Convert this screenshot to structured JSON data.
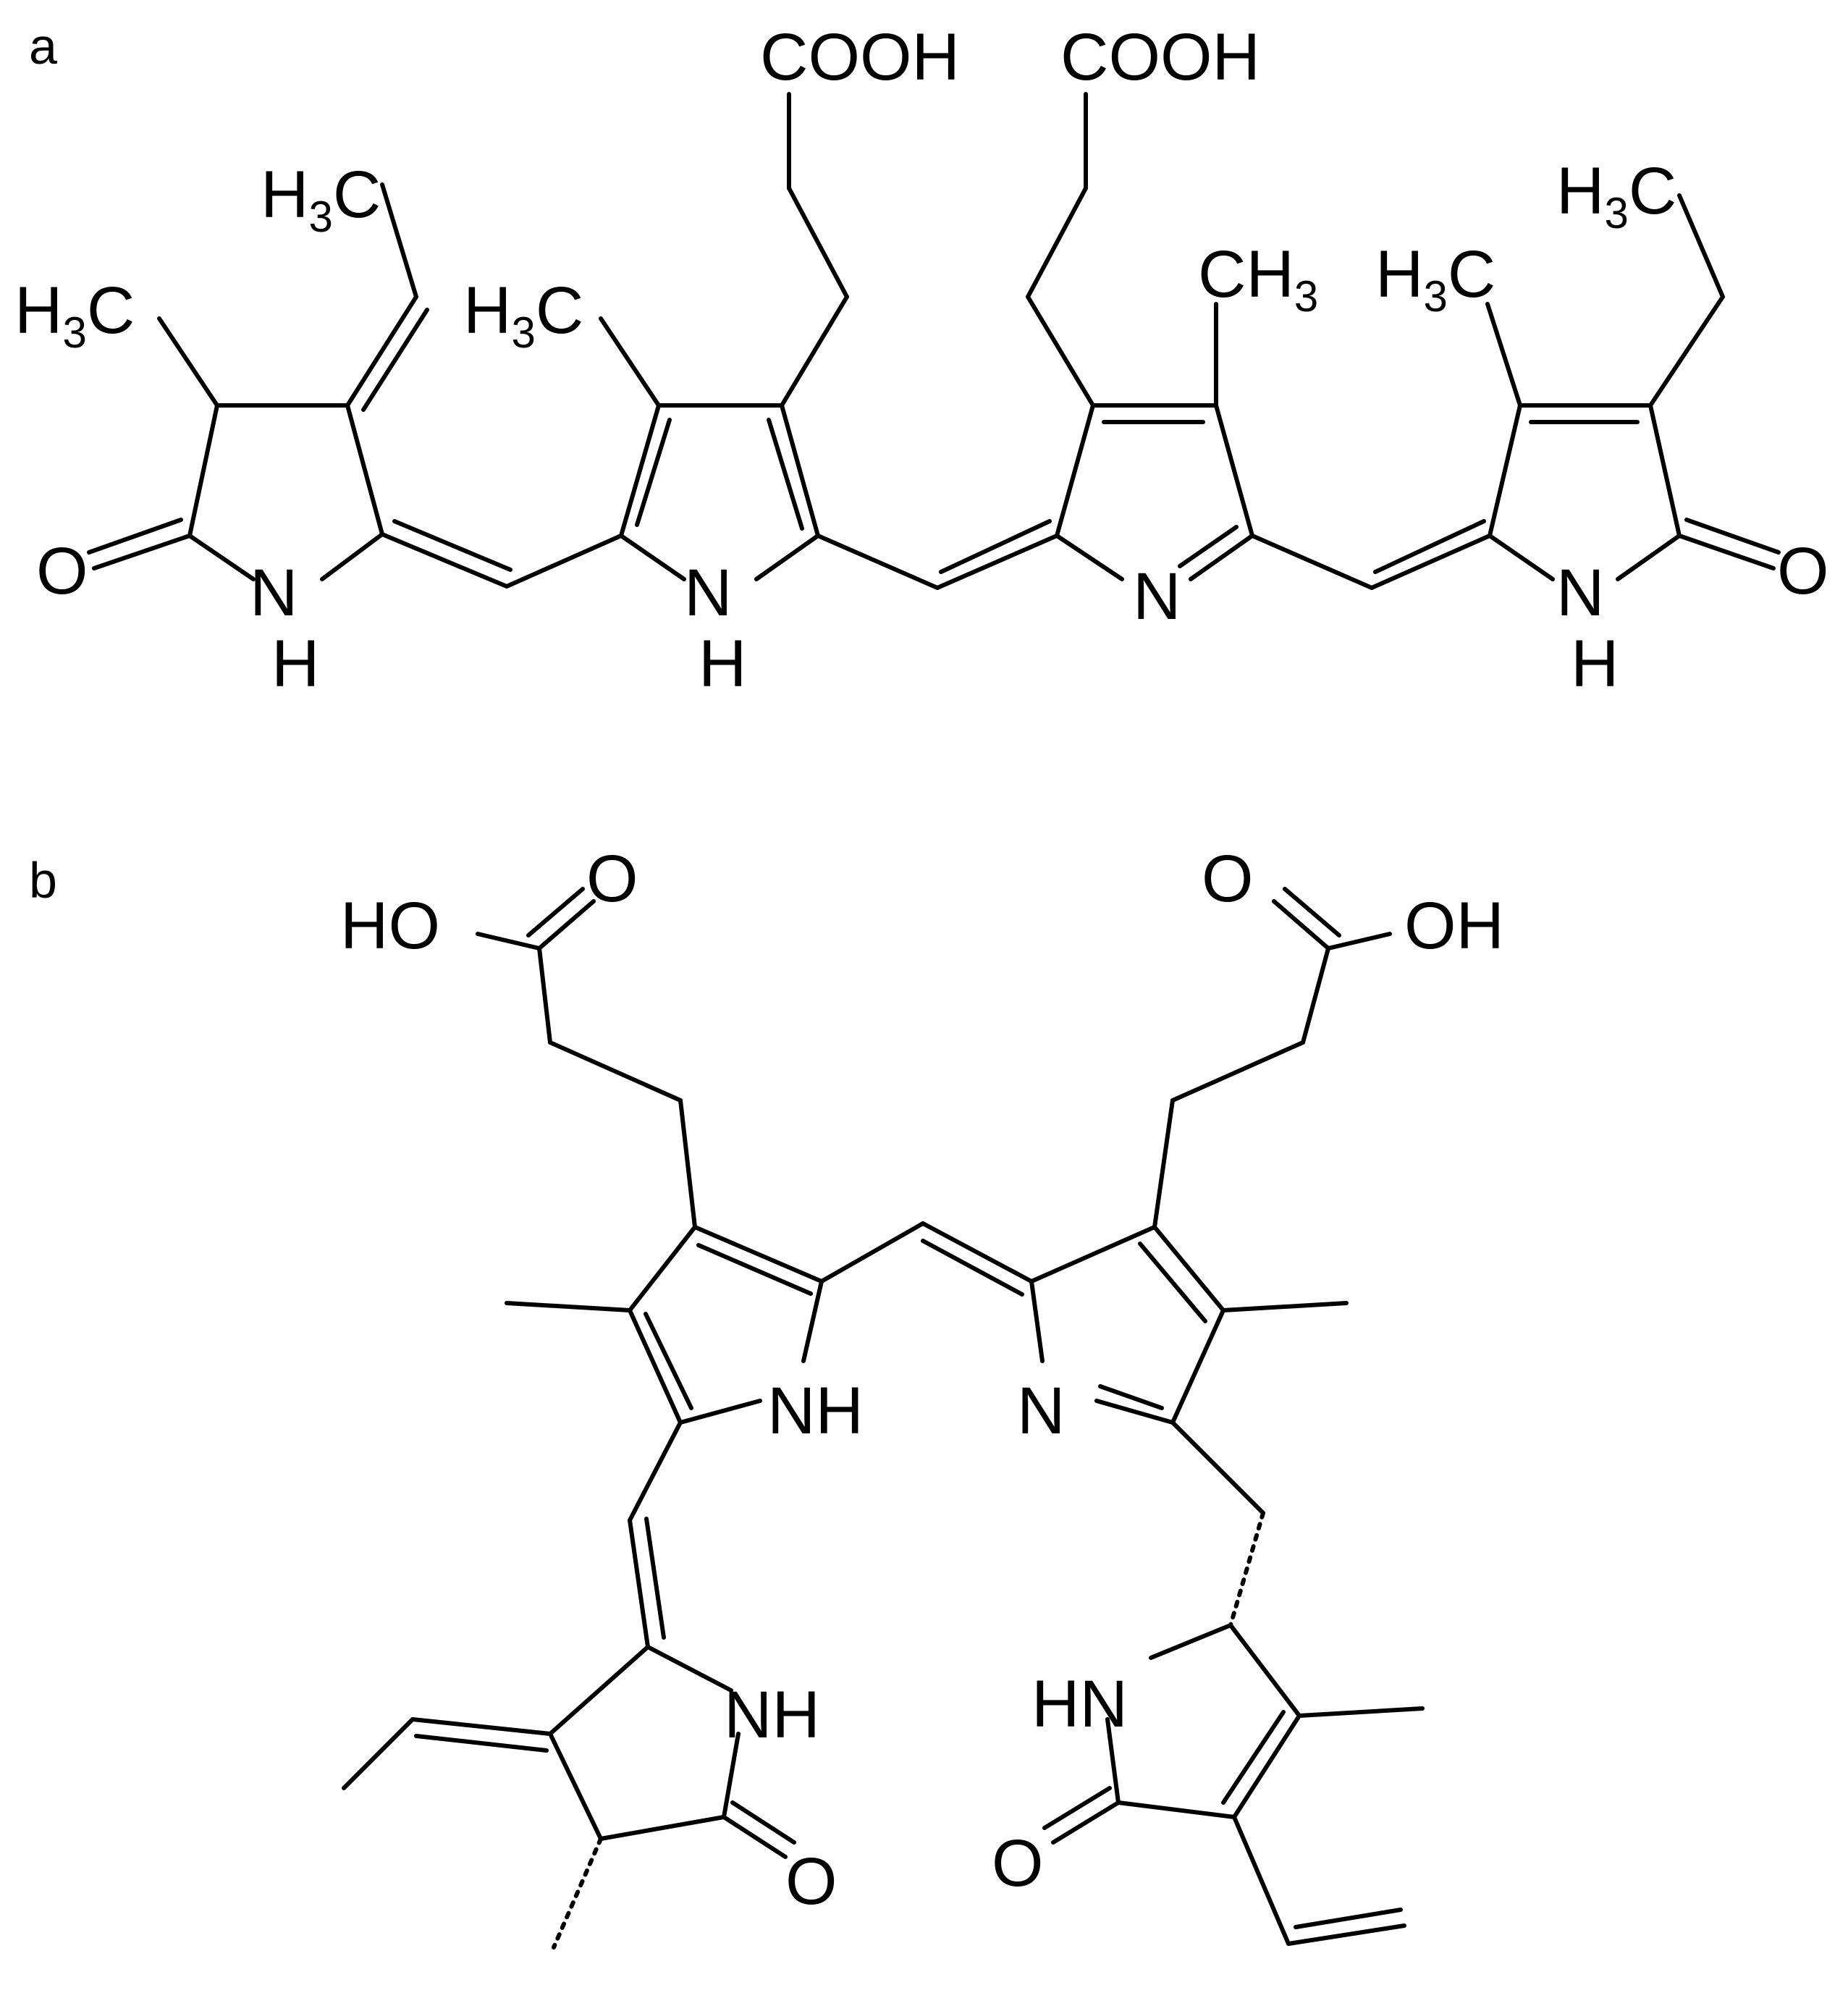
{
  "panels": [
    {
      "id": "a",
      "letter": "a",
      "labels": {
        "cooh_1": "COOH",
        "cooh_2": "COOH",
        "ch3_left_ring_top": "H3C",
        "ch3_left_ring_side": "H3C",
        "ch3_ring2": "H3C",
        "ch3_ring3": "CH3",
        "ch3_ring4_a": "H3C",
        "ch3_ring4_b": "H3C",
        "o_left": "O",
        "o_right": "O",
        "nh_1": "NH",
        "nh_2": "NH",
        "n_3": "N",
        "nh_4": "NH"
      }
    },
    {
      "id": "b",
      "letter": "b",
      "labels": {
        "ho_left": "HO",
        "o_left_acid": "O",
        "o_right_acid": "O",
        "oh_right": "OH",
        "nh_upper_left": "NH",
        "n_upper_right": "N",
        "nh_lower_left": "NH",
        "hn_lower_right": "HN",
        "o_lower_left": "O",
        "o_lower_right": "O"
      }
    }
  ]
}
